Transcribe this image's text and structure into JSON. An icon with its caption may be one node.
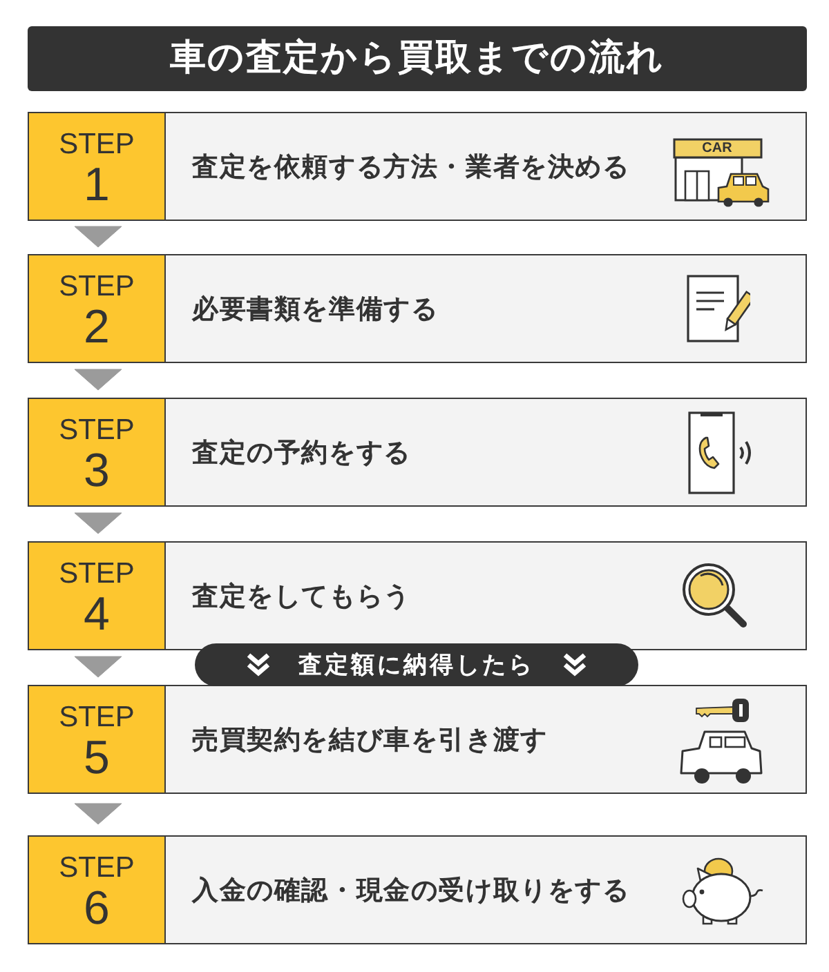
{
  "diagram": {
    "title": "車の査定から買取までの流れ",
    "nodes": [
      {
        "text": [
          "STEP",
          "1",
          "査定を依頼する方法・業者を決める"
        ]
      },
      {
        "text": [
          "STEP",
          "2",
          "必要書類を準備する"
        ]
      },
      {
        "text": [
          "STEP",
          "3",
          "査定の予約をする"
        ]
      },
      {
        "text": [
          "STEP",
          "4",
          "査定をしてもらう"
        ]
      },
      {
        "text": [
          "査定額に納得したら"
        ]
      },
      {
        "text": [
          "STEP",
          "5",
          "売買契約を結び車を引き渡す"
        ]
      },
      {
        "text": [
          "STEP",
          "6",
          "入金の確認・現金の受け取りをする"
        ]
      }
    ],
    "edges": [
      {
        "from": 0,
        "to": 1,
        "arrow": "to"
      },
      {
        "from": 1,
        "to": 2,
        "arrow": "to"
      },
      {
        "from": 2,
        "to": 3,
        "arrow": "to"
      },
      {
        "from": 3,
        "to": 5,
        "arrow": "to"
      },
      {
        "from": 5,
        "to": 6,
        "arrow": "to"
      }
    ],
    "labels": [
      "CAR"
    ]
  }
}
